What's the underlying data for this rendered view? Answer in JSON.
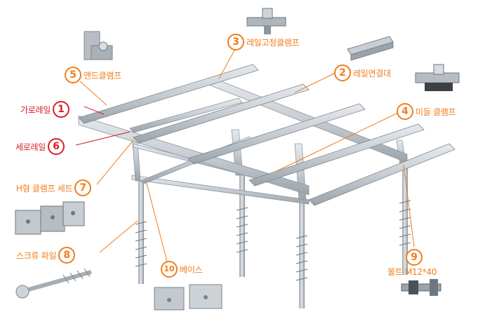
{
  "colors": {
    "accent_orange": "#f07d1a",
    "accent_red": "#d61f2b",
    "rail": "#c9cfd6",
    "rail_dark": "#8e979f",
    "leader_orange": "#f07d1a",
    "leader_red": "#d61f2b"
  },
  "callouts": [
    {
      "id": "1",
      "label": "가로레일",
      "tone": "red"
    },
    {
      "id": "2",
      "label": "레일연결대",
      "tone": "orange"
    },
    {
      "id": "3",
      "label": "레일고정클램프",
      "tone": "orange"
    },
    {
      "id": "4",
      "label": "미들 클램프",
      "tone": "orange"
    },
    {
      "id": "5",
      "label": "앤드클램프",
      "tone": "orange"
    },
    {
      "id": "6",
      "label": "세로레일",
      "tone": "red"
    },
    {
      "id": "7",
      "label": "H형 클램프 세트",
      "tone": "orange"
    },
    {
      "id": "8",
      "label": "스크류 파일",
      "tone": "orange"
    },
    {
      "id": "9",
      "label": "볼트 M12*40",
      "tone": "orange"
    },
    {
      "id": "10",
      "label": "베이스",
      "tone": "orange"
    }
  ],
  "parts_icons": [
    "end-clamp-part-icon",
    "rail-clamp-part-icon",
    "rail-connector-part-icon",
    "middle-clamp-part-icon",
    "h-clamp-set-part-icon",
    "screw-pile-part-icon",
    "base-part-icon",
    "bolt-part-icon"
  ]
}
